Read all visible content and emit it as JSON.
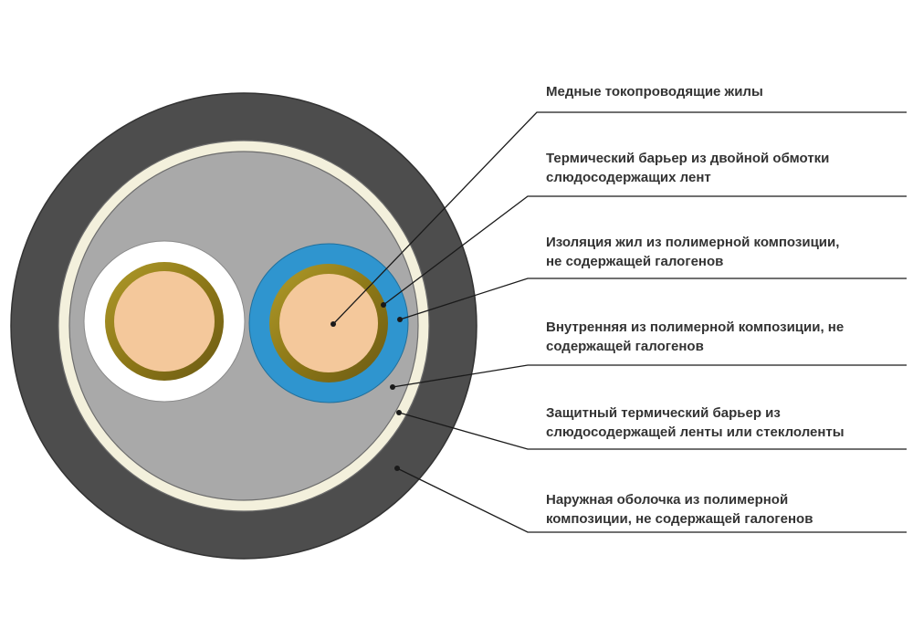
{
  "labels": [
    {
      "id": "copper-cores",
      "text": "Медные токопроводящие жилы"
    },
    {
      "id": "mica-double-barrier",
      "text": "Термический барьер из двойной обмотки\nслюдосодержащих лент"
    },
    {
      "id": "core-insulation",
      "text": "Изоляция жил из полимерной композиции,\nне содержащей галогенов"
    },
    {
      "id": "inner-sheath",
      "text": "Внутренняя из полимерной композиции, не\nсодержащей галогенов"
    },
    {
      "id": "protective-barrier",
      "text": "Защитный термический барьер из\nслюдосодержащей ленты или стеклоленты"
    },
    {
      "id": "outer-sheath",
      "text": "Наружная оболочка из полимерной\nкомпозиции, не содержащей галогенов"
    }
  ],
  "colors": {
    "outer_sheath": "#4d4d4d",
    "protective_barrier": "#f3f0dc",
    "inner_fill": "#a9a9a9",
    "core_white_insulation": "#ffffff",
    "core_blue_insulation": "#2f95cf",
    "mica_layer": "#8a7516",
    "copper": "#f4c89b",
    "leader_line": "#1a1a1a"
  }
}
